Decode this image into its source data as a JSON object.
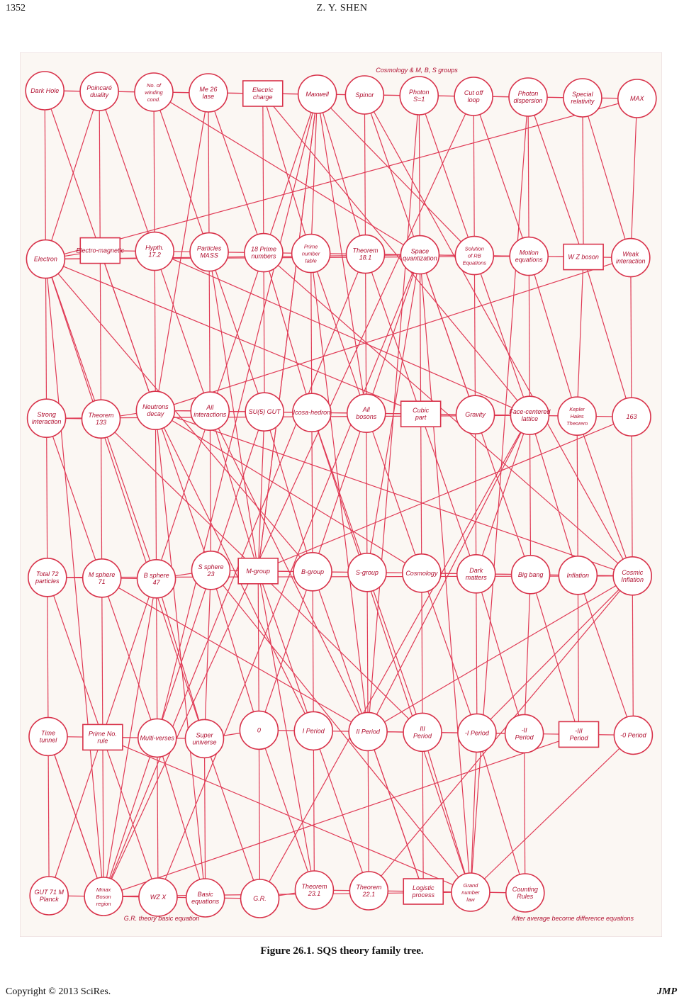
{
  "header": {
    "page_number": "1352",
    "running_head": "Z. Y. SHEN"
  },
  "figure": {
    "caption": "Figure 26.1. SQS theory family tree.",
    "nodes": [
      "Dark Hole",
      "Poincaré duality",
      "No. of winding cond.",
      "Me 26 lase",
      "Electric charge",
      "Maxwell",
      "Spinor",
      "Photon S=1",
      "Cut off loop",
      "Photon dispersion",
      "Special relativity",
      "MAX",
      "Electron",
      "Electro-magnetic",
      "Hypth. 17.2",
      "Particles MASS",
      "18 Prime numbers",
      "Prime number table",
      "Theorem 18.1",
      "Space quantization",
      "Solution of RB Equations",
      "Motion equations",
      "W Z boson",
      "Weak interaction",
      "Strong interaction",
      "Theorem 133",
      "Neutrons decay",
      "All interactions",
      "SU(5) GUT",
      "Icosa-hedron",
      "All bosons",
      "Cubic part",
      "Gravity",
      "Face-centered lattice",
      "Kepler Hales Theorem",
      "163",
      "Total 72 particles",
      "M sphere 71",
      "B sphere 47",
      "S sphere 23",
      "M-group",
      "B-group",
      "S-group",
      "Cosmology",
      "Dark matters",
      "Big bang",
      "Inflation",
      "Cosmic Inflation",
      "Time tunnel",
      "Prime No. rule",
      "Multi-verses",
      "Super universe",
      "0",
      "I Period",
      "II Period",
      "III Period",
      "-I Period",
      "-II Period",
      "-III Period",
      "-0 Period",
      "GUT 71 M Planck",
      "Mmax Boson region",
      "WZ X",
      "Basic equations",
      "G.R.",
      "Theorem 23.1",
      "Theorem 22.1",
      "Logistic process",
      "Grand number law",
      "Counting Rules"
    ],
    "annotations": [
      "Cosmology & M, B, S groups",
      "After average become difference equations",
      "G.R. theory basic equation"
    ]
  },
  "footer": {
    "copyright": "Copyright © 2013 SciRes.",
    "journal": "JMP"
  }
}
